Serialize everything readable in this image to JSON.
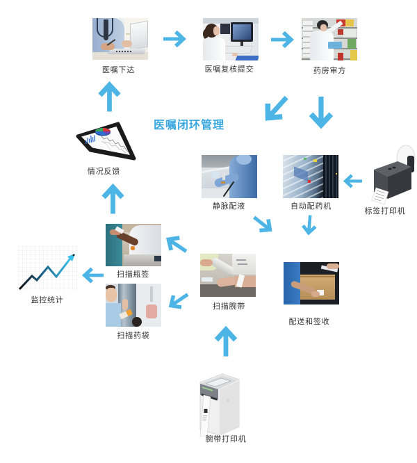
{
  "diagram": {
    "title": "医嘱闭环管理"
  },
  "colors": {
    "accent": "#4db4e6",
    "title": "#3aa8e0",
    "label": "#333333",
    "background": "#ffffff"
  },
  "nodes": {
    "order_issue": {
      "label": "医嘱下达",
      "image": "doctor-at-laptop-photo"
    },
    "order_review": {
      "label": "医嘱复核提交",
      "image": "nurse-at-computer-photo"
    },
    "pharmacy_review": {
      "label": "药房审方",
      "image": "pharmacist-at-shelves-photo"
    },
    "feedback": {
      "label": "情况反馈",
      "image": "tablet-dashboard-icon"
    },
    "iv_compounding": {
      "label": "静脉配液",
      "image": "clean-room-compounding-photo"
    },
    "auto_dispenser": {
      "label": "自动配药机",
      "image": "automated-dispensing-machine-photo"
    },
    "label_printer": {
      "label": "标签打印机",
      "image": "label-printer-icon"
    },
    "scan_bottle": {
      "label": "扫描瓶签",
      "image": "bottle-label-scan-photo"
    },
    "scan_bag": {
      "label": "扫描药袋",
      "image": "medicine-bag-scan-photo"
    },
    "monitoring": {
      "label": "监控统计",
      "image": "rising-trend-chart-icon"
    },
    "scan_wristband": {
      "label": "扫描腕带",
      "image": "wristband-scan-photo"
    },
    "delivery": {
      "label": "配送和签收",
      "image": "package-delivery-photo"
    },
    "wristband_printer": {
      "label": "腕带打印机",
      "image": "wristband-printer-icon"
    }
  },
  "flows": [
    {
      "from": "order_issue",
      "to": "order_review"
    },
    {
      "from": "order_review",
      "to": "pharmacy_review"
    },
    {
      "from": "pharmacy_review",
      "to": "iv_compounding"
    },
    {
      "from": "pharmacy_review",
      "to": "auto_dispenser"
    },
    {
      "from": "label_printer",
      "to": "auto_dispenser"
    },
    {
      "from": "iv_compounding",
      "to": "delivery"
    },
    {
      "from": "auto_dispenser",
      "to": "delivery"
    },
    {
      "from": "wristband_printer",
      "to": "scan_wristband"
    },
    {
      "from": "scan_wristband",
      "to": "scan_bottle"
    },
    {
      "from": "scan_wristband",
      "to": "scan_bag"
    },
    {
      "from": "scan_bottle+scan_bag",
      "to": "monitoring"
    },
    {
      "from": "scan_bottle",
      "to": "feedback"
    },
    {
      "from": "feedback",
      "to": "order_issue"
    }
  ]
}
